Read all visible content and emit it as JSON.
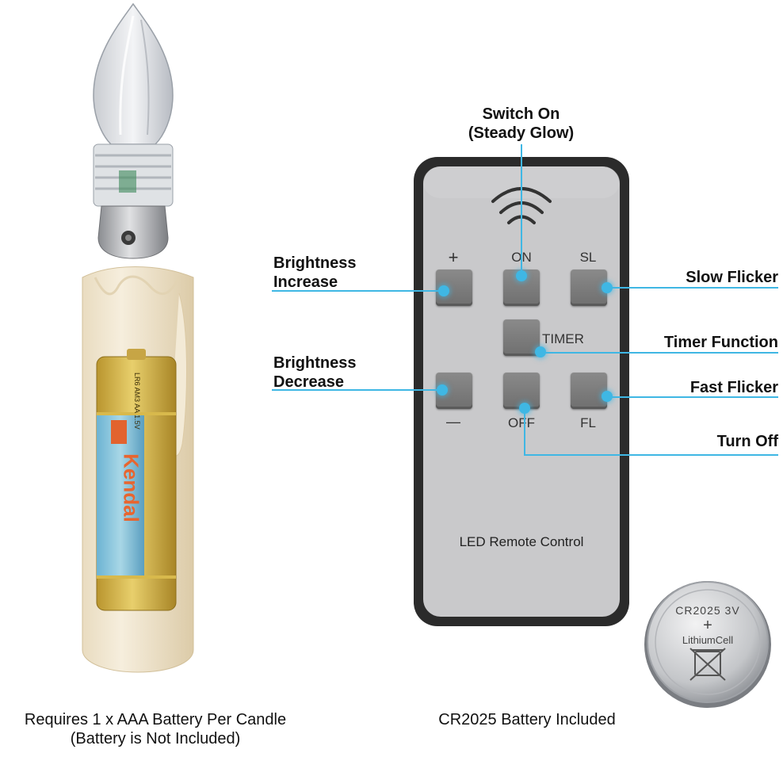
{
  "callouts": {
    "switch_on_line1": "Switch On",
    "switch_on_line2": "(Steady Glow)",
    "brightness_increase_line1": "Brightness",
    "brightness_increase_line2": "Increase",
    "brightness_decrease_line1": "Brightness",
    "brightness_decrease_line2": "Decrease",
    "slow_flicker": "Slow Flicker",
    "timer_function": "Timer Function",
    "fast_flicker": "Fast Flicker",
    "turn_off": "Turn Off"
  },
  "remote": {
    "plus_label": "+",
    "on_label": "ON",
    "sl_label": "SL",
    "timer_label": "TIMER",
    "minus_label": "—",
    "off_label": "OFF",
    "fl_label": "FL",
    "title": "LED Remote Control"
  },
  "battery": {
    "brand": "Kendal",
    "text1": "LR6",
    "text2": "AM3",
    "text3": "AA",
    "text4": "1.5V",
    "coin_text": "CR2025 3V",
    "coin_plus": "+",
    "coin_cell": "LithiumCell"
  },
  "captions": {
    "left_line1": "Requires 1 x AAA Battery Per Candle",
    "left_line2": "(Battery is Not Included)",
    "right": "CR2025 Battery Included"
  },
  "colors": {
    "accent": "#3fb7e4",
    "remote_body": "#c9c9cb",
    "remote_frame": "#2b2b2b",
    "candle": "#efe3cc"
  }
}
